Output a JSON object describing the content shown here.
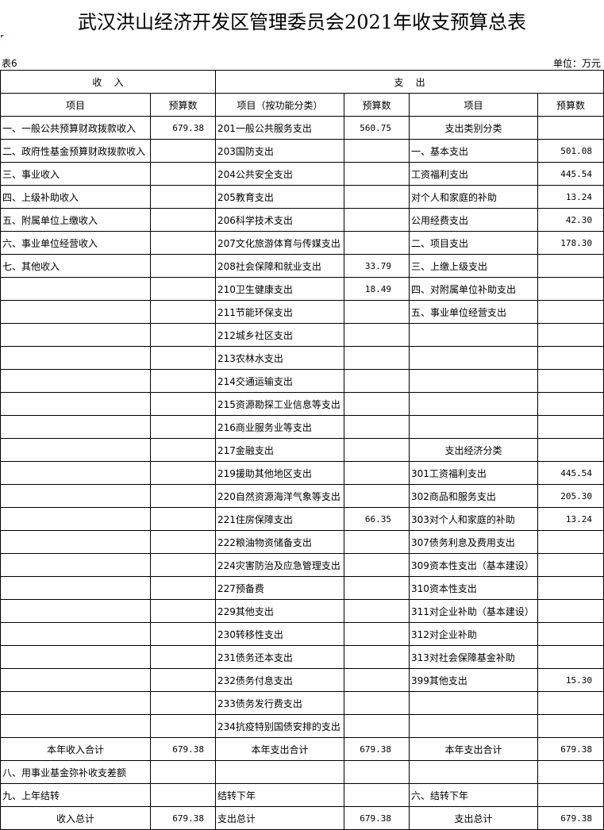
{
  "title": "武汉洪山经济开发区管理委员会2021年收支预算总表",
  "table_no": "表6",
  "unit": "单位：万元",
  "group_headers": {
    "income": "收    入",
    "expense": "支    出"
  },
  "col_headers": [
    "项目",
    "预算数",
    "项目（按功能分类）",
    "预算数",
    "项目",
    "预算数"
  ],
  "rows": [
    [
      "一、一般公共预算财政拨款收入",
      "679.38",
      "201一般公共服务支出",
      "560.75",
      "支出类别分类",
      ""
    ],
    [
      "二、政府性基金预算财政拨款收入",
      "",
      "203国防支出",
      "",
      "一、基本支出",
      "501.08"
    ],
    [
      "三、事业收入",
      "",
      "204公共安全支出",
      "",
      "工资福利支出",
      "445.54"
    ],
    [
      "四、上级补助收入",
      "",
      "205教育支出",
      "",
      "对个人和家庭的补助",
      "13.24"
    ],
    [
      "五、附属单位上缴收入",
      "",
      "206科学技术支出",
      "",
      "公用经费支出",
      "42.30"
    ],
    [
      "六、事业单位经营收入",
      "",
      "207文化旅游体育与传媒支出",
      "",
      "二、项目支出",
      "178.30"
    ],
    [
      "七、其他收入",
      "",
      "208社会保障和就业支出",
      "33.79",
      "三、上缴上级支出",
      ""
    ],
    [
      "",
      "",
      "210卫生健康支出",
      "18.49",
      "四、对附属单位补助支出",
      ""
    ],
    [
      "",
      "",
      "211节能环保支出",
      "",
      "五、事业单位经营支出",
      ""
    ],
    [
      "",
      "",
      "212城乡社区支出",
      "",
      "",
      ""
    ],
    [
      "",
      "",
      "213农林水支出",
      "",
      "",
      ""
    ],
    [
      "",
      "",
      "214交通运输支出",
      "",
      "",
      ""
    ],
    [
      "",
      "",
      "215资源勘探工业信息等支出",
      "",
      "",
      ""
    ],
    [
      "",
      "",
      "216商业服务业等支出",
      "",
      "",
      ""
    ],
    [
      "",
      "",
      "217金融支出",
      "",
      "支出经济分类",
      ""
    ],
    [
      "",
      "",
      "219援助其他地区支出",
      "",
      "301工资福利支出",
      "445.54"
    ],
    [
      "",
      "",
      "220自然资源海洋气象等支出",
      "",
      "302商品和服务支出",
      "205.30"
    ],
    [
      "",
      "",
      "221住房保障支出",
      "66.35",
      "303对个人和家庭的补助",
      "13.24"
    ],
    [
      "",
      "",
      "222粮油物资储备支出",
      "",
      "307债务利息及费用支出",
      ""
    ],
    [
      "",
      "",
      "224灾害防治及应急管理支出",
      "",
      "309资本性支出（基本建设）",
      ""
    ],
    [
      "",
      "",
      "227预备费",
      "",
      "310资本性支出",
      ""
    ],
    [
      "",
      "",
      "229其他支出",
      "",
      "311对企业补助（基本建设）",
      ""
    ],
    [
      "",
      "",
      "230转移性支出",
      "",
      "312对企业补助",
      ""
    ],
    [
      "",
      "",
      "231债务还本支出",
      "",
      "313对社会保障基金补助",
      ""
    ],
    [
      "",
      "",
      "232债务付息支出",
      "",
      "399其他支出",
      "15.30"
    ],
    [
      "",
      "",
      "233债务发行费支出",
      "",
      "",
      ""
    ],
    [
      "",
      "",
      "234抗疫特别国债安排的支出",
      "",
      "",
      ""
    ],
    [
      "本年收入合计",
      "679.38",
      "本年支出合计",
      "679.38",
      "本年支出合计",
      "679.38"
    ],
    [
      "八、用事业基金弥补收支差额",
      "",
      "",
      "",
      "",
      ""
    ],
    [
      "九、上年结转",
      "",
      "结转下年",
      "",
      "六、结转下年",
      ""
    ],
    [
      "收入总计",
      "679.38",
      "支出总计",
      "679.38",
      "支出总计",
      "679.38"
    ]
  ],
  "centered_cells": {
    "0-4": true,
    "14-4": true,
    "27-0": true,
    "27-2": true,
    "27-4": true,
    "30-0": true,
    "30-4": true
  }
}
